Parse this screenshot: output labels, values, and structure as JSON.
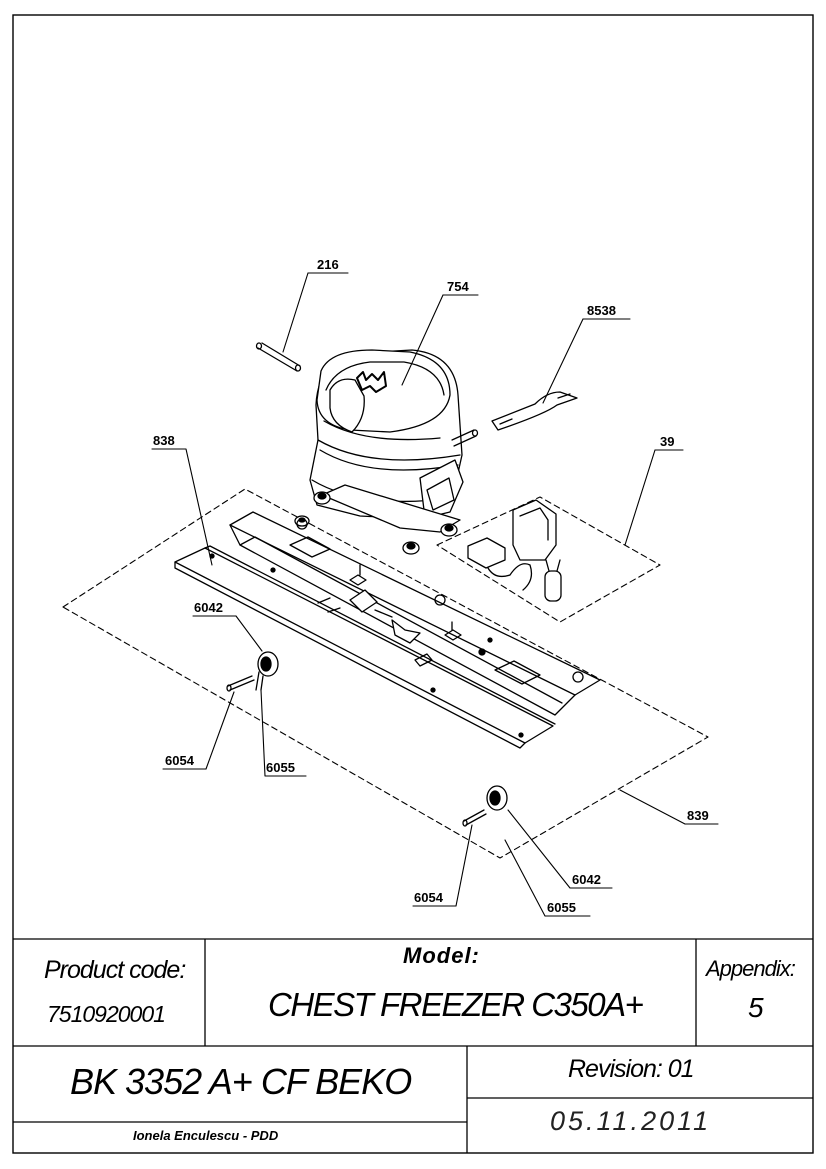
{
  "parts": [
    {
      "id": "p216",
      "label": "216"
    },
    {
      "id": "p754",
      "label": "754"
    },
    {
      "id": "p8538",
      "label": "8538"
    },
    {
      "id": "p838",
      "label": "838"
    },
    {
      "id": "p39",
      "label": "39"
    },
    {
      "id": "p6042a",
      "label": "6042"
    },
    {
      "id": "p6054a",
      "label": "6054"
    },
    {
      "id": "p6055a",
      "label": "6055"
    },
    {
      "id": "p839",
      "label": "839"
    },
    {
      "id": "p6042b",
      "label": "6042"
    },
    {
      "id": "p6054b",
      "label": "6054"
    },
    {
      "id": "p6055b",
      "label": "6055"
    }
  ],
  "title_block": {
    "product_code_label": "Product code:",
    "product_code": "7510920001",
    "model_label": "Model:",
    "model": "CHEST FREEZER C350A+",
    "appendix_label": "Appendix:",
    "appendix": "5",
    "product_name": "BK 3352 A+ CF BEKO",
    "revision": "Revision: 01",
    "date": "05.11.2011",
    "author": "Ionela Enculescu - PDD"
  }
}
